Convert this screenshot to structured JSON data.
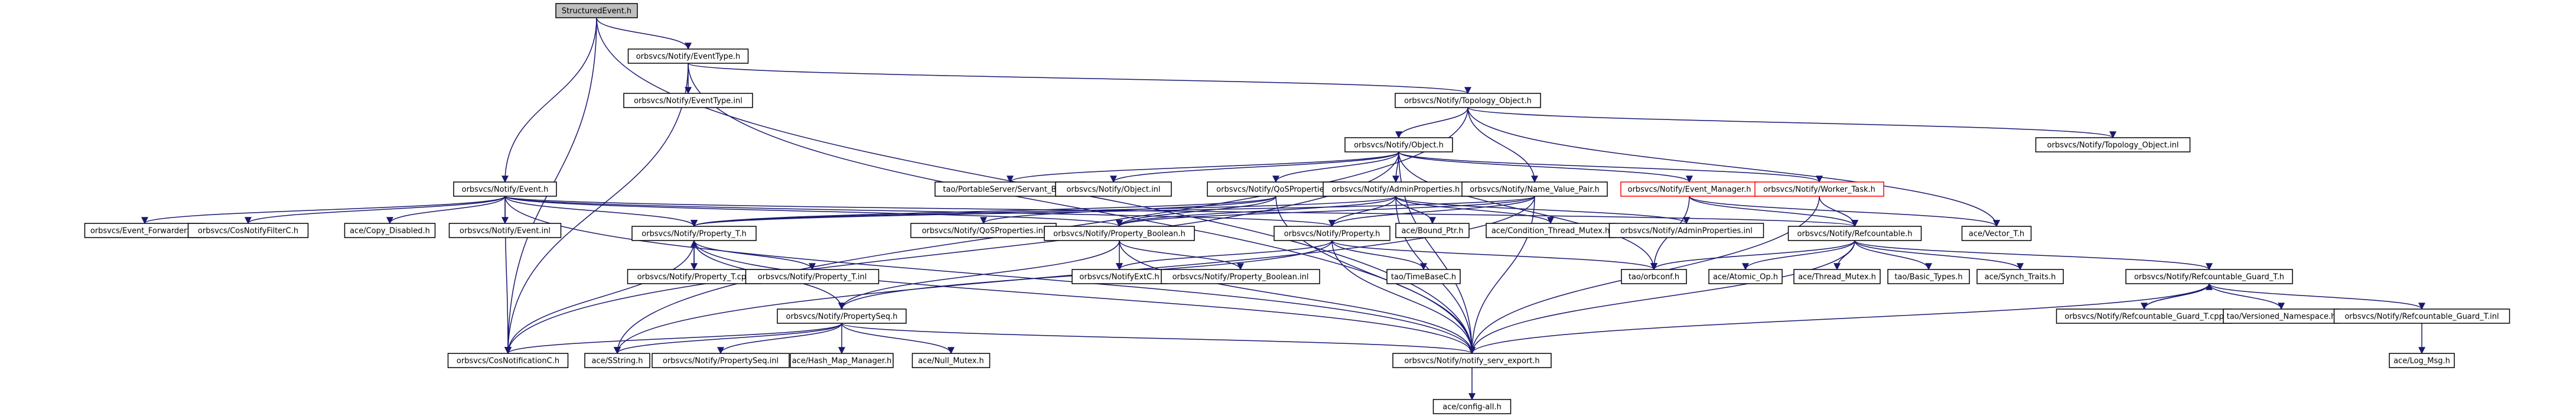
{
  "diagram": {
    "nodes": [
      {
        "id": "n0",
        "label": "StructuredEvent.h",
        "style": "root"
      },
      {
        "id": "n1",
        "label": "orbsvcs/Notify/EventType.h"
      },
      {
        "id": "n2",
        "label": "orbsvcs/Notify/EventType.inl"
      },
      {
        "id": "n3",
        "label": "orbsvcs/Notify/Topology_Object.h"
      },
      {
        "id": "n4",
        "label": "orbsvcs/Notify/Topology_Object.inl"
      },
      {
        "id": "n5",
        "label": "orbsvcs/Notify/Object.h"
      },
      {
        "id": "n6",
        "label": "orbsvcs/Notify/Event.h"
      },
      {
        "id": "n7",
        "label": "tao/PortableServer/Servant_Base.h"
      },
      {
        "id": "n8",
        "label": "orbsvcs/Notify/Object.inl"
      },
      {
        "id": "n9",
        "label": "orbsvcs/Notify/QoSProperties.h"
      },
      {
        "id": "n10",
        "label": "orbsvcs/Notify/AdminProperties.h"
      },
      {
        "id": "n11",
        "label": "orbsvcs/Notify/Name_Value_Pair.h"
      },
      {
        "id": "n12",
        "label": "orbsvcs/Notify/Event_Manager.h",
        "style": "red"
      },
      {
        "id": "n13",
        "label": "orbsvcs/Notify/Worker_Task.h",
        "style": "red"
      },
      {
        "id": "n14",
        "label": "orbsvcs/Event_ForwarderS.h"
      },
      {
        "id": "n15",
        "label": "orbsvcs/CosNotifyFilterC.h"
      },
      {
        "id": "n16",
        "label": "ace/Copy_Disabled.h"
      },
      {
        "id": "n17",
        "label": "orbsvcs/Notify/Event.inl"
      },
      {
        "id": "n18",
        "label": "orbsvcs/Notify/Property_T.h"
      },
      {
        "id": "n19",
        "label": "orbsvcs/Notify/QoSProperties.inl"
      },
      {
        "id": "n20",
        "label": "orbsvcs/Notify/Property_Boolean.h"
      },
      {
        "id": "n21",
        "label": "orbsvcs/Notify/Property.h"
      },
      {
        "id": "n22",
        "label": "ace/Bound_Ptr.h"
      },
      {
        "id": "n23",
        "label": "ace/Condition_Thread_Mutex.h"
      },
      {
        "id": "n24",
        "label": "orbsvcs/Notify/AdminProperties.inl"
      },
      {
        "id": "n25",
        "label": "orbsvcs/Notify/Refcountable.h"
      },
      {
        "id": "n26",
        "label": "ace/Vector_T.h"
      },
      {
        "id": "n27",
        "label": "orbsvcs/Notify/Property_T.cpp"
      },
      {
        "id": "n28",
        "label": "orbsvcs/Notify/Property_T.inl"
      },
      {
        "id": "n29",
        "label": "orbsvcs/NotifyExtC.h"
      },
      {
        "id": "n30",
        "label": "orbsvcs/Notify/Property_Boolean.inl"
      },
      {
        "id": "n31",
        "label": "tao/TimeBaseC.h"
      },
      {
        "id": "n32",
        "label": "tao/orbconf.h"
      },
      {
        "id": "n33",
        "label": "ace/Atomic_Op.h"
      },
      {
        "id": "n34",
        "label": "ace/Thread_Mutex.h"
      },
      {
        "id": "n35",
        "label": "tao/Basic_Types.h"
      },
      {
        "id": "n36",
        "label": "ace/Synch_Traits.h"
      },
      {
        "id": "n37",
        "label": "orbsvcs/Notify/Refcountable_Guard_T.h"
      },
      {
        "id": "n38",
        "label": "orbsvcs/Notify/PropertySeq.h"
      },
      {
        "id": "n39",
        "label": "orbsvcs/Notify/Refcountable_Guard_T.cpp"
      },
      {
        "id": "n40",
        "label": "tao/Versioned_Namespace.h"
      },
      {
        "id": "n41",
        "label": "orbsvcs/Notify/Refcountable_Guard_T.inl"
      },
      {
        "id": "n42",
        "label": "orbsvcs/CosNotificationC.h"
      },
      {
        "id": "n43",
        "label": "ace/SString.h"
      },
      {
        "id": "n44",
        "label": "orbsvcs/Notify/PropertySeq.inl"
      },
      {
        "id": "n45",
        "label": "ace/Hash_Map_Manager.h"
      },
      {
        "id": "n46",
        "label": "ace/Null_Mutex.h"
      },
      {
        "id": "n47",
        "label": "orbsvcs/Notify/notify_serv_export.h"
      },
      {
        "id": "n48",
        "label": "ace/Log_Msg.h"
      },
      {
        "id": "n49",
        "label": "ace/config-all.h"
      }
    ],
    "edges": [
      [
        "n0",
        "n1"
      ],
      [
        "n0",
        "n6"
      ],
      [
        "n0",
        "n42"
      ],
      [
        "n0",
        "n47"
      ],
      [
        "n1",
        "n2"
      ],
      [
        "n1",
        "n3"
      ],
      [
        "n1",
        "n42"
      ],
      [
        "n1",
        "n47"
      ],
      [
        "n3",
        "n4"
      ],
      [
        "n3",
        "n5"
      ],
      [
        "n3",
        "n11"
      ],
      [
        "n3",
        "n26"
      ],
      [
        "n3",
        "n43"
      ],
      [
        "n5",
        "n7"
      ],
      [
        "n5",
        "n8"
      ],
      [
        "n5",
        "n9"
      ],
      [
        "n5",
        "n10"
      ],
      [
        "n5",
        "n12"
      ],
      [
        "n5",
        "n13"
      ],
      [
        "n5",
        "n47"
      ],
      [
        "n5",
        "n32"
      ],
      [
        "n5",
        "n42"
      ],
      [
        "n6",
        "n14"
      ],
      [
        "n6",
        "n15"
      ],
      [
        "n6",
        "n16"
      ],
      [
        "n6",
        "n17"
      ],
      [
        "n6",
        "n18"
      ],
      [
        "n6",
        "n20"
      ],
      [
        "n6",
        "n21"
      ],
      [
        "n6",
        "n25"
      ],
      [
        "n6",
        "n42"
      ],
      [
        "n6",
        "n47"
      ],
      [
        "n9",
        "n19"
      ],
      [
        "n9",
        "n20"
      ],
      [
        "n9",
        "n18"
      ],
      [
        "n9",
        "n47"
      ],
      [
        "n10",
        "n21"
      ],
      [
        "n10",
        "n22"
      ],
      [
        "n10",
        "n23"
      ],
      [
        "n10",
        "n24"
      ],
      [
        "n10",
        "n18"
      ],
      [
        "n10",
        "n20"
      ],
      [
        "n10",
        "n47"
      ],
      [
        "n11",
        "n18"
      ],
      [
        "n11",
        "n20"
      ],
      [
        "n11",
        "n21"
      ],
      [
        "n11",
        "n47"
      ],
      [
        "n11",
        "n43"
      ],
      [
        "n12",
        "n25"
      ],
      [
        "n12",
        "n26"
      ],
      [
        "n12",
        "n32"
      ],
      [
        "n13",
        "n25"
      ],
      [
        "n13",
        "n47"
      ],
      [
        "n18",
        "n27"
      ],
      [
        "n18",
        "n28"
      ],
      [
        "n18",
        "n38"
      ],
      [
        "n18",
        "n42"
      ],
      [
        "n18",
        "n47"
      ],
      [
        "n27",
        "n18"
      ],
      [
        "n20",
        "n29"
      ],
      [
        "n20",
        "n30"
      ],
      [
        "n20",
        "n38"
      ],
      [
        "n20",
        "n47"
      ],
      [
        "n21",
        "n29"
      ],
      [
        "n21",
        "n31"
      ],
      [
        "n21",
        "n32"
      ],
      [
        "n21",
        "n38"
      ],
      [
        "n21",
        "n47"
      ],
      [
        "n25",
        "n32"
      ],
      [
        "n25",
        "n33"
      ],
      [
        "n25",
        "n34"
      ],
      [
        "n25",
        "n35"
      ],
      [
        "n25",
        "n36"
      ],
      [
        "n25",
        "n37"
      ],
      [
        "n25",
        "n47"
      ],
      [
        "n37",
        "n39"
      ],
      [
        "n37",
        "n40"
      ],
      [
        "n37",
        "n41"
      ],
      [
        "n37",
        "n47"
      ],
      [
        "n39",
        "n37"
      ],
      [
        "n41",
        "n48"
      ],
      [
        "n38",
        "n42"
      ],
      [
        "n38",
        "n43"
      ],
      [
        "n38",
        "n44"
      ],
      [
        "n38",
        "n45"
      ],
      [
        "n38",
        "n46"
      ],
      [
        "n38",
        "n47"
      ],
      [
        "n47",
        "n49"
      ]
    ]
  }
}
